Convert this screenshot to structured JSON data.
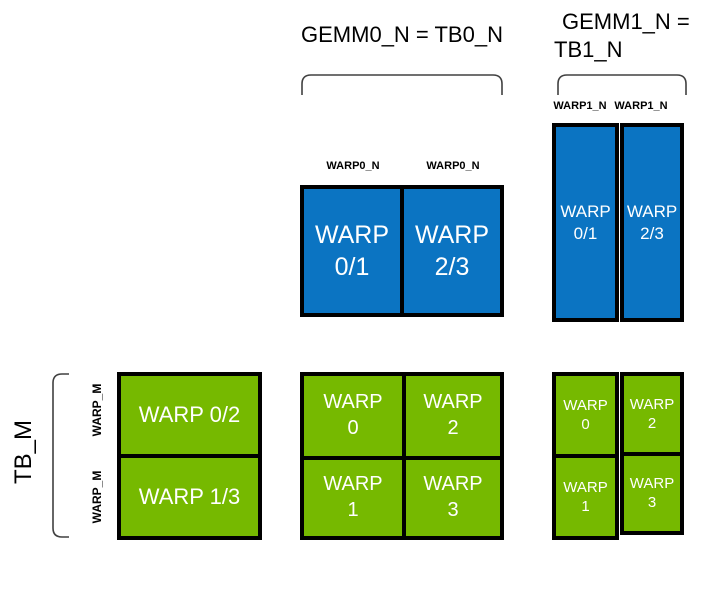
{
  "colors": {
    "blue_tile": "#0b74c2",
    "green_tile": "#76b900",
    "tile_border": "#000000",
    "bracket_line": "#404040",
    "tile_text": "#ffffff",
    "label_text": "#000000"
  },
  "titles": {
    "gemm0": "GEMM0_N = TB0_N",
    "gemm1_line1": "GEMM1_N =",
    "gemm1_line2": "TB1_N"
  },
  "side_labels": {
    "tb_m": "TB_M",
    "warp_m_upper": "WARP_M",
    "warp_m_lower": "WARP_M"
  },
  "column_labels": {
    "gemm0_left": "WARP0_N",
    "gemm0_right": "WARP0_N",
    "gemm1_left": "WARP1_N",
    "gemm1_right": "WARP1_N"
  },
  "gemm0_b_tile": {
    "cells": [
      {
        "line1": "WARP",
        "line2": "0/1"
      },
      {
        "line1": "WARP",
        "line2": "2/3"
      }
    ]
  },
  "gemm1_b_tile": {
    "cells": [
      {
        "line1": "WARP",
        "line2": "0/1"
      },
      {
        "line1": "WARP",
        "line2": "2/3"
      }
    ]
  },
  "a_tile": {
    "rows": [
      {
        "label": "WARP 0/2"
      },
      {
        "label": "WARP 1/3"
      }
    ]
  },
  "gemm0_out_tile": {
    "cells": [
      {
        "line1": "WARP",
        "line2": "0"
      },
      {
        "line1": "WARP",
        "line2": "2"
      },
      {
        "line1": "WARP",
        "line2": "1"
      },
      {
        "line1": "WARP",
        "line2": "3"
      }
    ]
  },
  "gemm1_out_tile": {
    "cells": [
      {
        "line1": "WARP",
        "line2": "0"
      },
      {
        "line1": "WARP",
        "line2": "2"
      },
      {
        "line1": "WARP",
        "line2": "1"
      },
      {
        "line1": "WARP",
        "line2": "3"
      }
    ]
  }
}
